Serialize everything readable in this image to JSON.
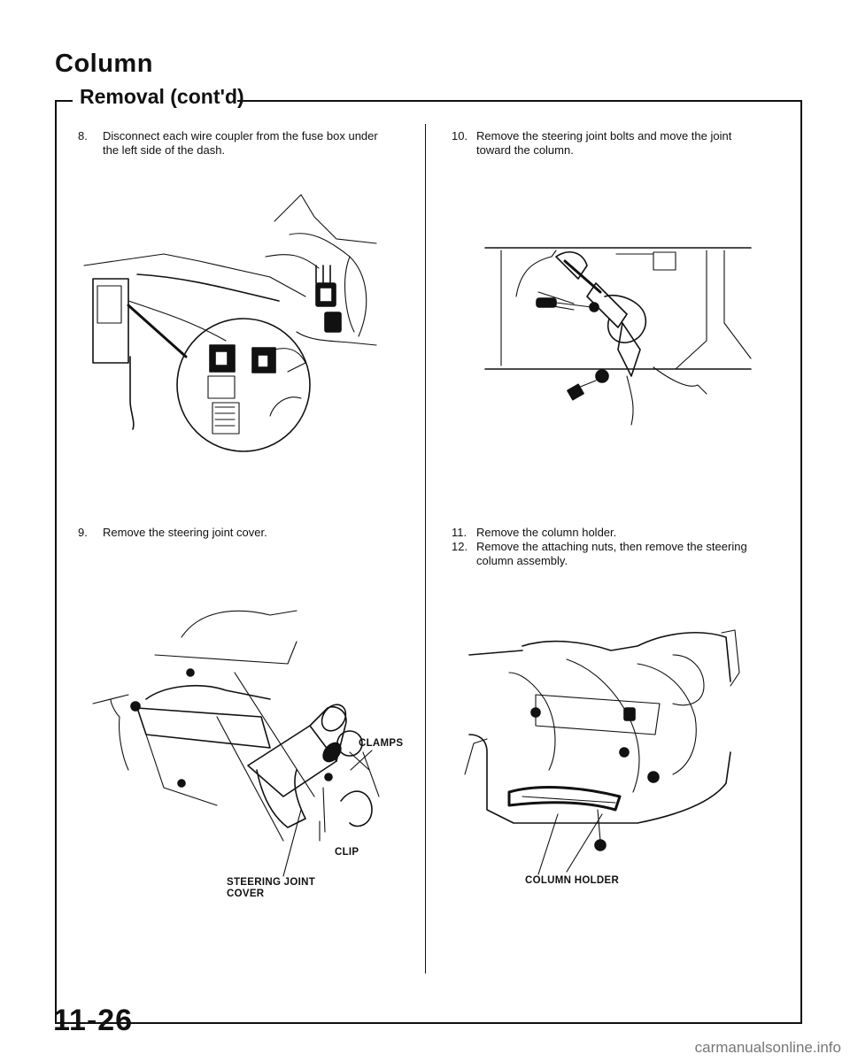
{
  "header": {
    "title": "Column",
    "section": "Removal (cont'd)"
  },
  "steps": [
    {
      "number": "8.",
      "text_line1": "Disconnect each wire coupler from the fuse box under",
      "text_line2": "the left side of the dash."
    },
    {
      "number": "9.",
      "text_line1": "Remove the steering joint cover."
    },
    {
      "number": "10.",
      "text_line1": "Remove the steering joint bolts and move the joint",
      "text_line2": "toward the column."
    },
    {
      "number": "11.",
      "text_line1": "Remove the column holder."
    },
    {
      "number": "12.",
      "text_line1": "Remove the attaching nuts, then remove the steering",
      "text_line2": "column assembly."
    }
  ],
  "callouts": {
    "clamps": "CLAMPS",
    "clip": "CLIP",
    "steering_joint_cover_line1": "STEERING JOINT",
    "steering_joint_cover_line2": "COVER",
    "column_holder": "COLUMN HOLDER"
  },
  "footer": {
    "page_number": "11-26",
    "watermark": "carmanualsonline.info"
  },
  "icons": [
    "fuse-box-illustration",
    "steering-joint-cover-illustration",
    "steering-joint-bolts-illustration",
    "column-holder-illustration"
  ]
}
